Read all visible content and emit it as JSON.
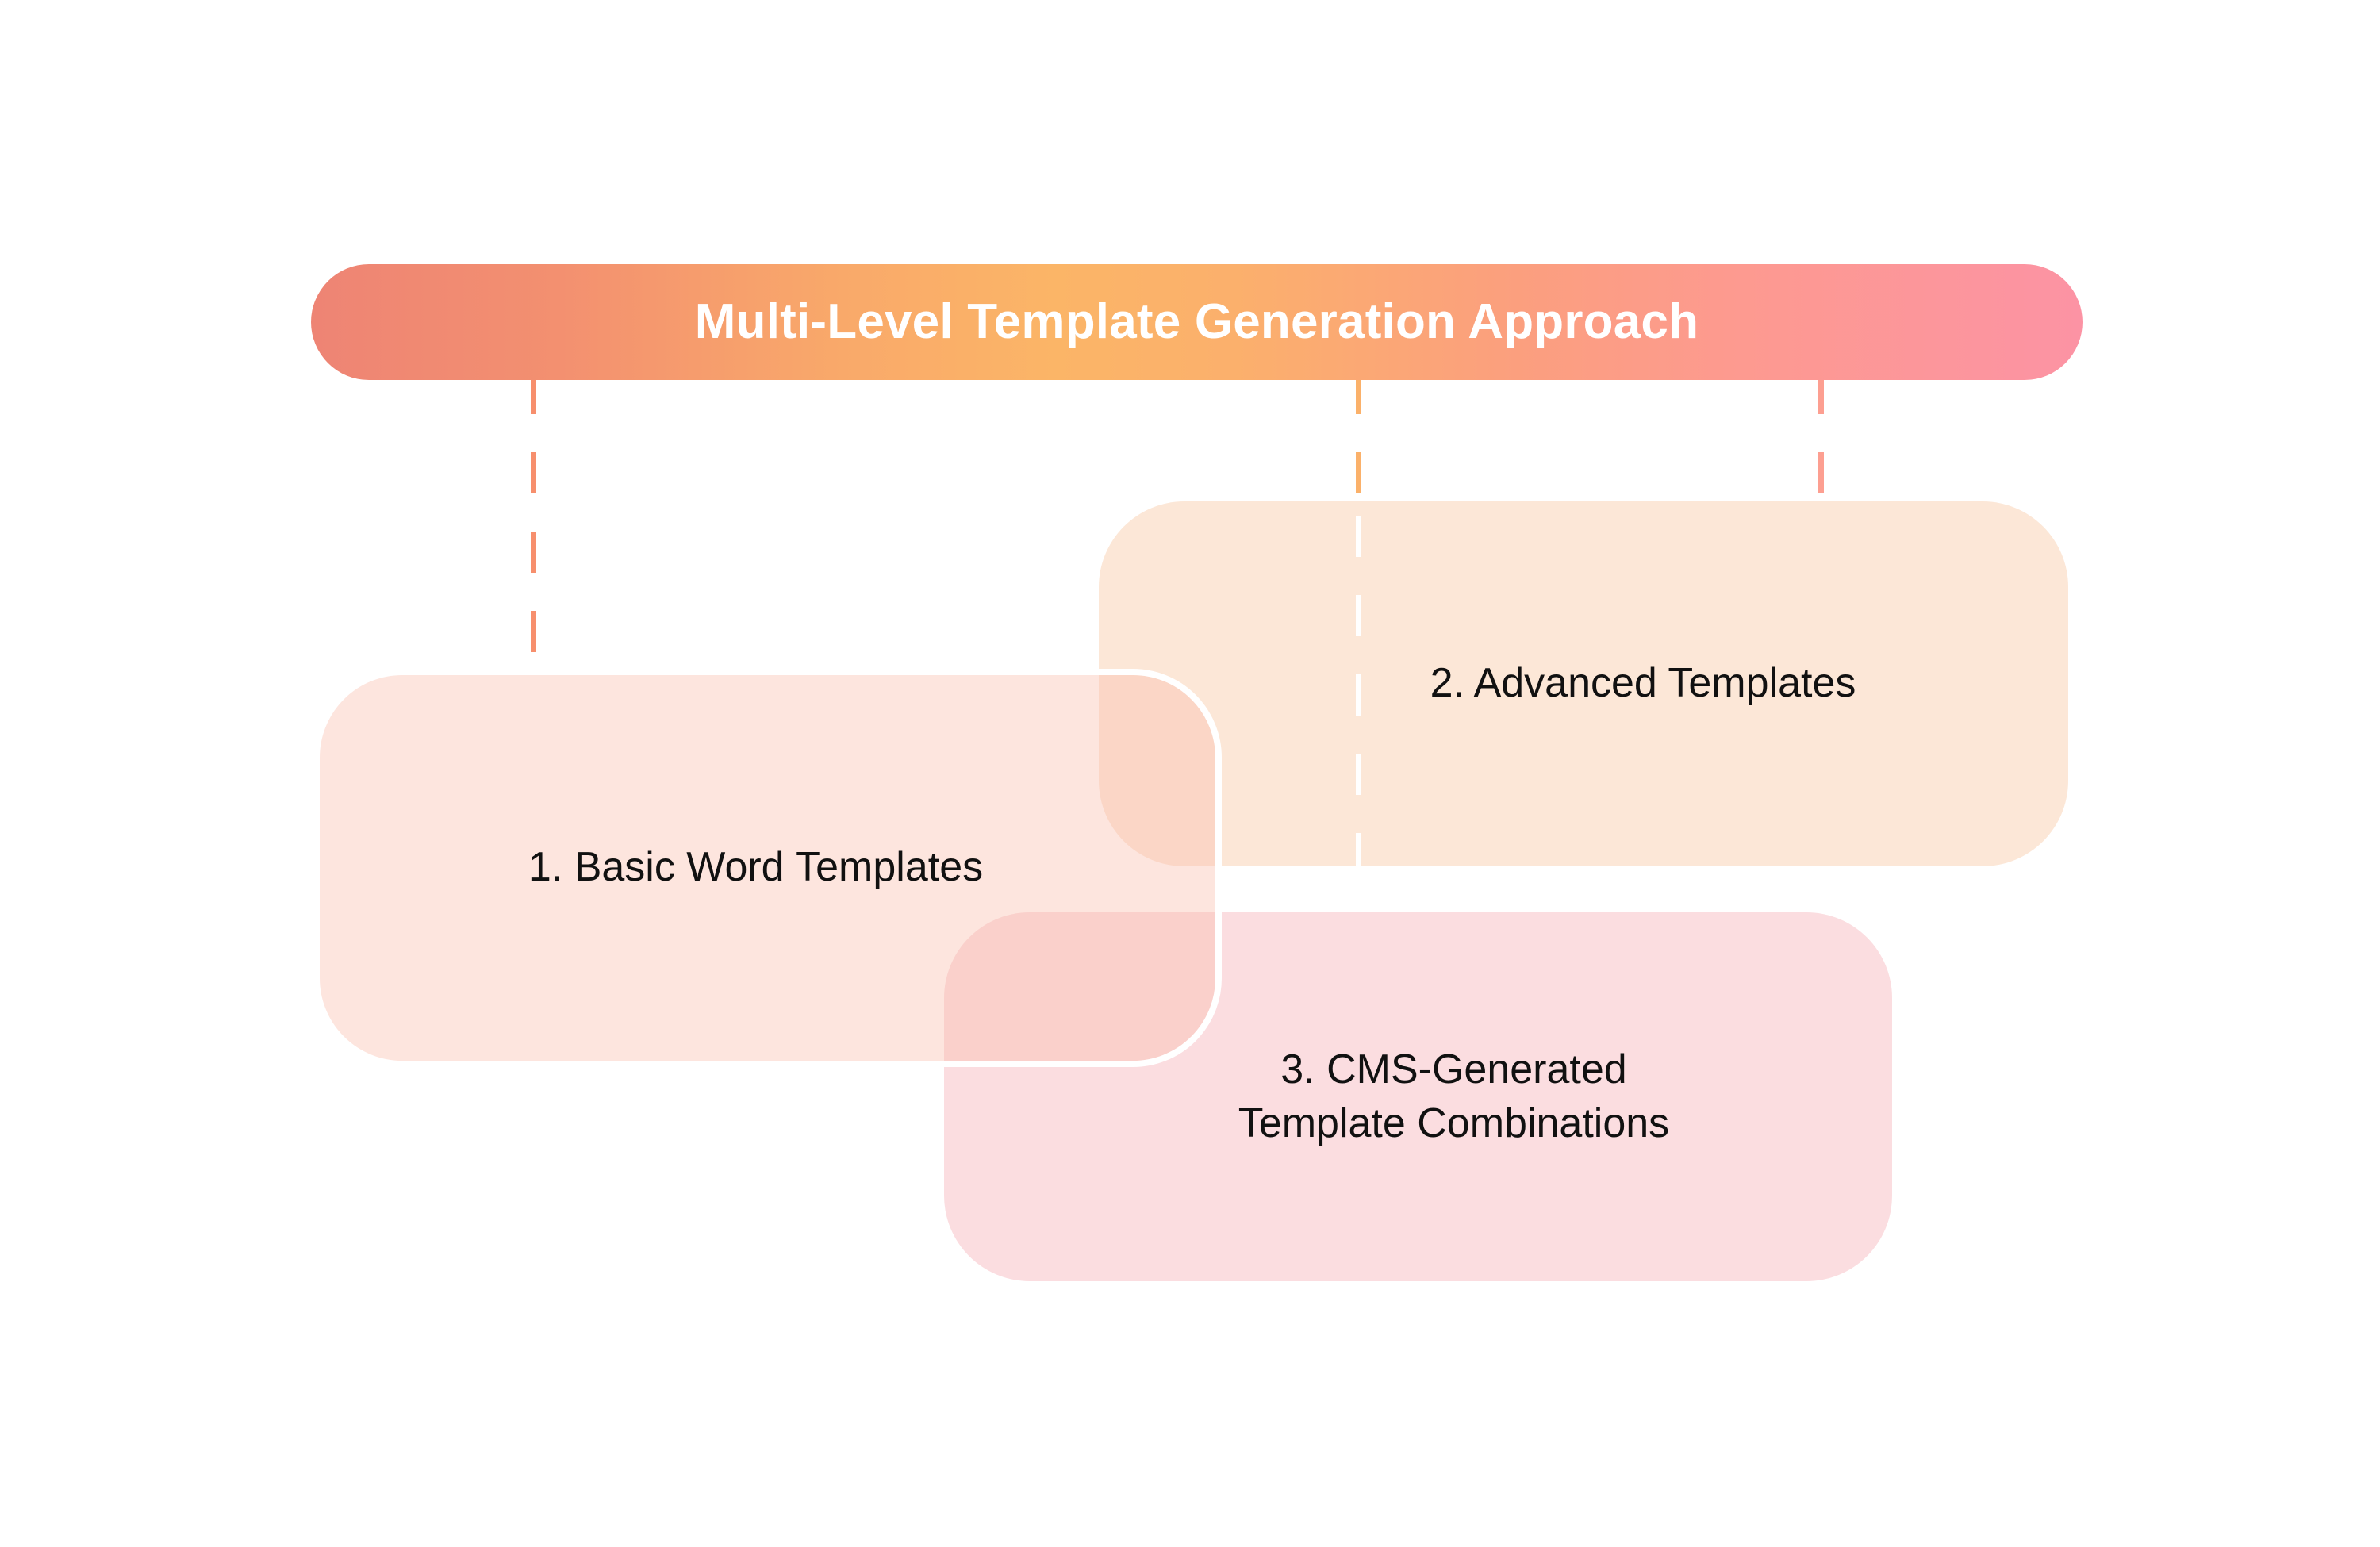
{
  "banner": {
    "title": "Multi-Level Template Generation Approach",
    "gradient_start": "#ee8474",
    "gradient_mid": "#fbb567",
    "gradient_end": "#fc93a4",
    "text_color": "#ffffff"
  },
  "connectors": [
    {
      "name": "connector-to-basic-word-templates",
      "color": "#f78f6d",
      "style": "dashed"
    },
    {
      "name": "connector-to-advanced-templates",
      "color": "#fbb16a",
      "style": "dashed"
    },
    {
      "name": "connector-to-advanced-templates-inner",
      "color": "#ffffff",
      "style": "dashed"
    },
    {
      "name": "connector-to-cms-generated",
      "color": "#fd9f91",
      "style": "dashed"
    }
  ],
  "cards": [
    {
      "id": "basic-word-templates",
      "label": "1. Basic Word Templates",
      "fill": "#fadcd0",
      "border": "#ffffff",
      "text_color": "#111111"
    },
    {
      "id": "advanced-templates",
      "label": "2. Advanced Templates",
      "fill": "#fce7d7",
      "border": "none",
      "text_color": "#111111"
    },
    {
      "id": "cms-generated-template-combinations",
      "label": "3. CMS-Generated\nTemplate Combinations",
      "label_line_1": "3. CMS-Generated",
      "label_line_2": "Template Combinations",
      "fill": "#fbdde0",
      "border": "none",
      "text_color": "#111111"
    }
  ],
  "chart_data": {
    "type": "diagram",
    "title": "Multi-Level Template Generation Approach",
    "levels": [
      {
        "order": 1,
        "label": "1. Basic Word Templates"
      },
      {
        "order": 2,
        "label": "2. Advanced Templates"
      },
      {
        "order": 3,
        "label": "3. CMS-Generated Template Combinations"
      }
    ]
  }
}
